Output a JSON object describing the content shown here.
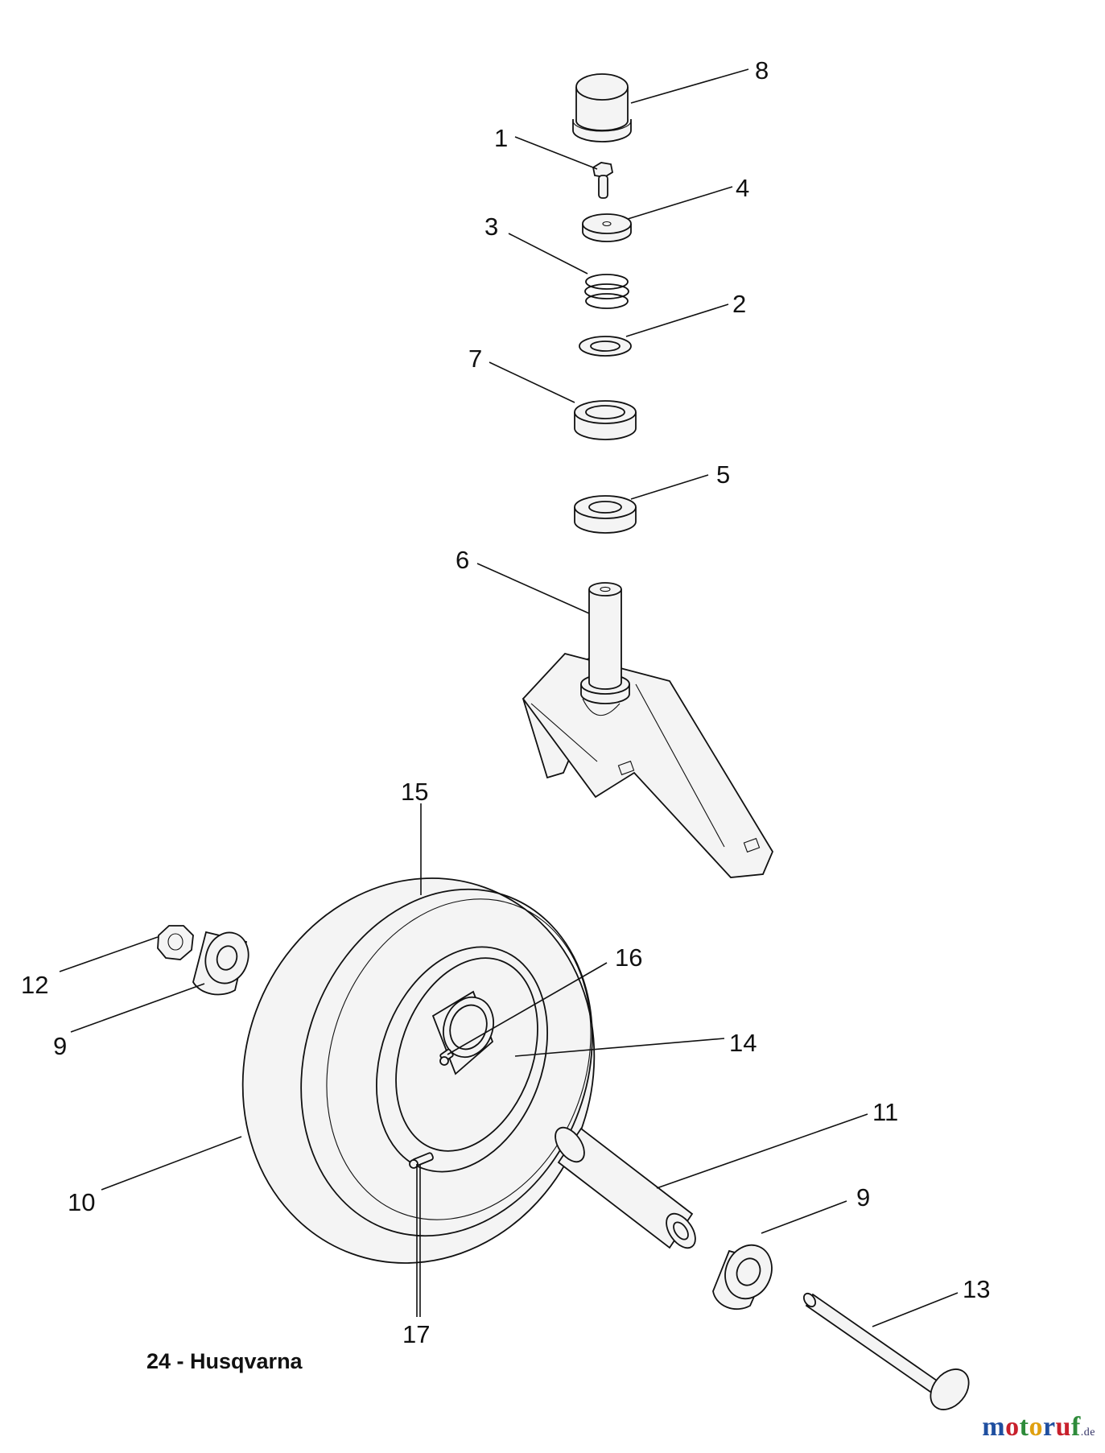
{
  "diagram": {
    "caption": "24 - Husqvarna",
    "callouts": [
      "8",
      "1",
      "4",
      "3",
      "2",
      "7",
      "5",
      "6",
      "15",
      "16",
      "14",
      "12",
      "9",
      "10",
      "11",
      "9",
      "17",
      "13"
    ]
  },
  "watermark": {
    "brand": "motoruf",
    "tld": ".de",
    "colors": [
      "#1f4fa0",
      "#c8202c",
      "#2e8b3a",
      "#e0a010"
    ]
  }
}
